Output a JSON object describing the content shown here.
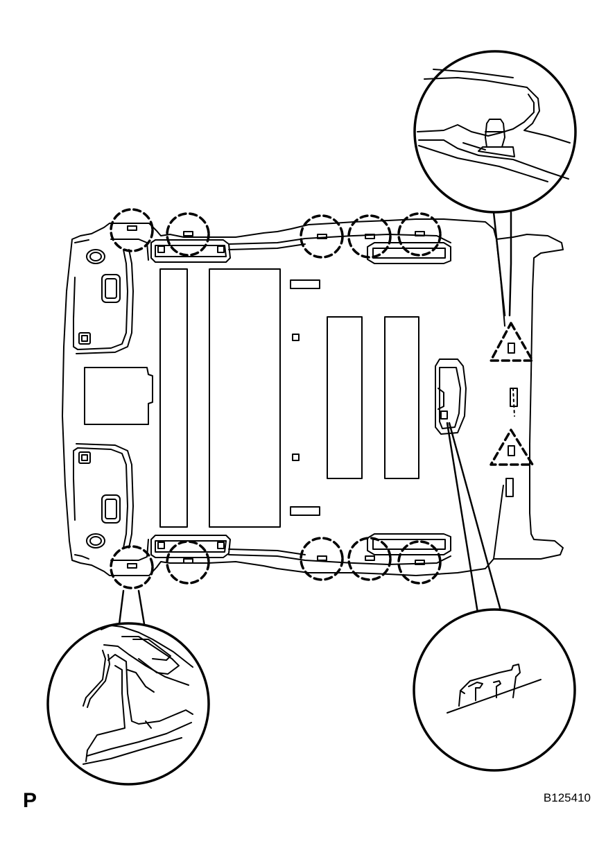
{
  "page_label": "P",
  "reference_code": "B125410",
  "colors": {
    "line": "#000000",
    "background": "#ffffff"
  },
  "callouts": {
    "clip_marker_style": "dashed circle",
    "claw_marker_style": "dashed triangle",
    "count_dashed_circles": 10,
    "count_dashed_triangles": 2,
    "count_detail_circles": 3
  }
}
